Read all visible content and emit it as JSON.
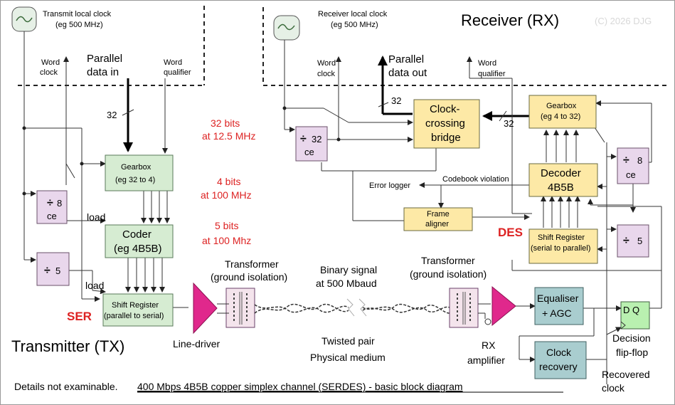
{
  "title_rx": "Receiver (RX)",
  "title_tx": "Transmitter (TX)",
  "copyright": "(C) 2026 DJG",
  "tx": {
    "clock_label_1": "Transmit local clock",
    "clock_label_2": "(eg 500 MHz)",
    "word_clock_1": "Word",
    "word_clock_2": "clock",
    "parallel_in_1": "Parallel",
    "parallel_in_2": "data in",
    "word_qual_1": "Word",
    "word_qual_2": "qualifier",
    "bus_width": "32",
    "gearbox_1": "Gearbox",
    "gearbox_2": "(eg 32 to 4)",
    "coder_1": "Coder",
    "coder_2": "(eg 4B5B)",
    "shift_1": "Shift Register",
    "shift_2": "(parallel to serial)",
    "div8_num": "8",
    "div8_ce": "ce",
    "div5_num": "5",
    "load1": "load",
    "load2": "load",
    "ser": "SER",
    "line_driver": "Line-driver"
  },
  "rates": {
    "r1a": "32 bits",
    "r1b": "at 12.5 MHz",
    "r2a": "4 bits",
    "r2b": "at 100 MHz",
    "r3a": "5 bits",
    "r3b": "at 100 Mhz"
  },
  "medium": {
    "tx_transformer_1": "Transformer",
    "tx_transformer_2": "(ground isolation)",
    "rx_transformer_1": "Transformer",
    "rx_transformer_2": "(ground isolation)",
    "binary_1": "Binary signal",
    "binary_2": "at 500 Mbaud",
    "twisted": "Twisted pair",
    "physical": "Physical medium"
  },
  "rx": {
    "clock_label_1": "Receiver local clock",
    "clock_label_2": "(eg 500 MHz)",
    "word_clock_1": "Word",
    "word_clock_2": "clock",
    "parallel_out_1": "Parallel",
    "parallel_out_2": "data out",
    "word_qual_1": "Word",
    "word_qual_2": "qualifier",
    "bus_out": "32",
    "bus_gear": "32",
    "bridge_1": "Clock-",
    "bridge_2": "crossing",
    "bridge_3": "bridge",
    "gearbox_1": "Gearbox",
    "gearbox_2": "(eg 4 to 32)",
    "decoder_1": "Decoder",
    "decoder_2": "4B5B",
    "codebook": "Codebook violation",
    "error_logger": "Error logger",
    "frame_1": "Frame",
    "frame_2": "aligner",
    "des": "DES",
    "shift_1": "Shift Register",
    "shift_2": "(serial to parallel)",
    "div32_num": "32",
    "div32_ce": "ce",
    "div8_num": "8",
    "div8_ce": "ce",
    "div5_num": "5",
    "eq_1": "Equaliser",
    "eq_2": "+ AGC",
    "clock_rec_1": "Clock",
    "clock_rec_2": "recovery",
    "dq": "D  Q",
    "decision_1": "Decision",
    "decision_2": "flip-flop",
    "recovered_1": "Recovered",
    "recovered_2": "clock",
    "rx_amp_1": "RX",
    "rx_amp_2": "amplifier"
  },
  "footer": {
    "note": "Details not examinable.",
    "caption": "400 Mbps 4B5B copper simplex channel (SERDES) - basic block diagram"
  },
  "colors": {
    "red_text": "#dd2222",
    "line_driver": "#e0288c",
    "green_box": "#d6ecd2",
    "yellow_box": "#fde9a6",
    "purple_box": "#e9d7ec",
    "teal_box": "#a9cdcf"
  }
}
